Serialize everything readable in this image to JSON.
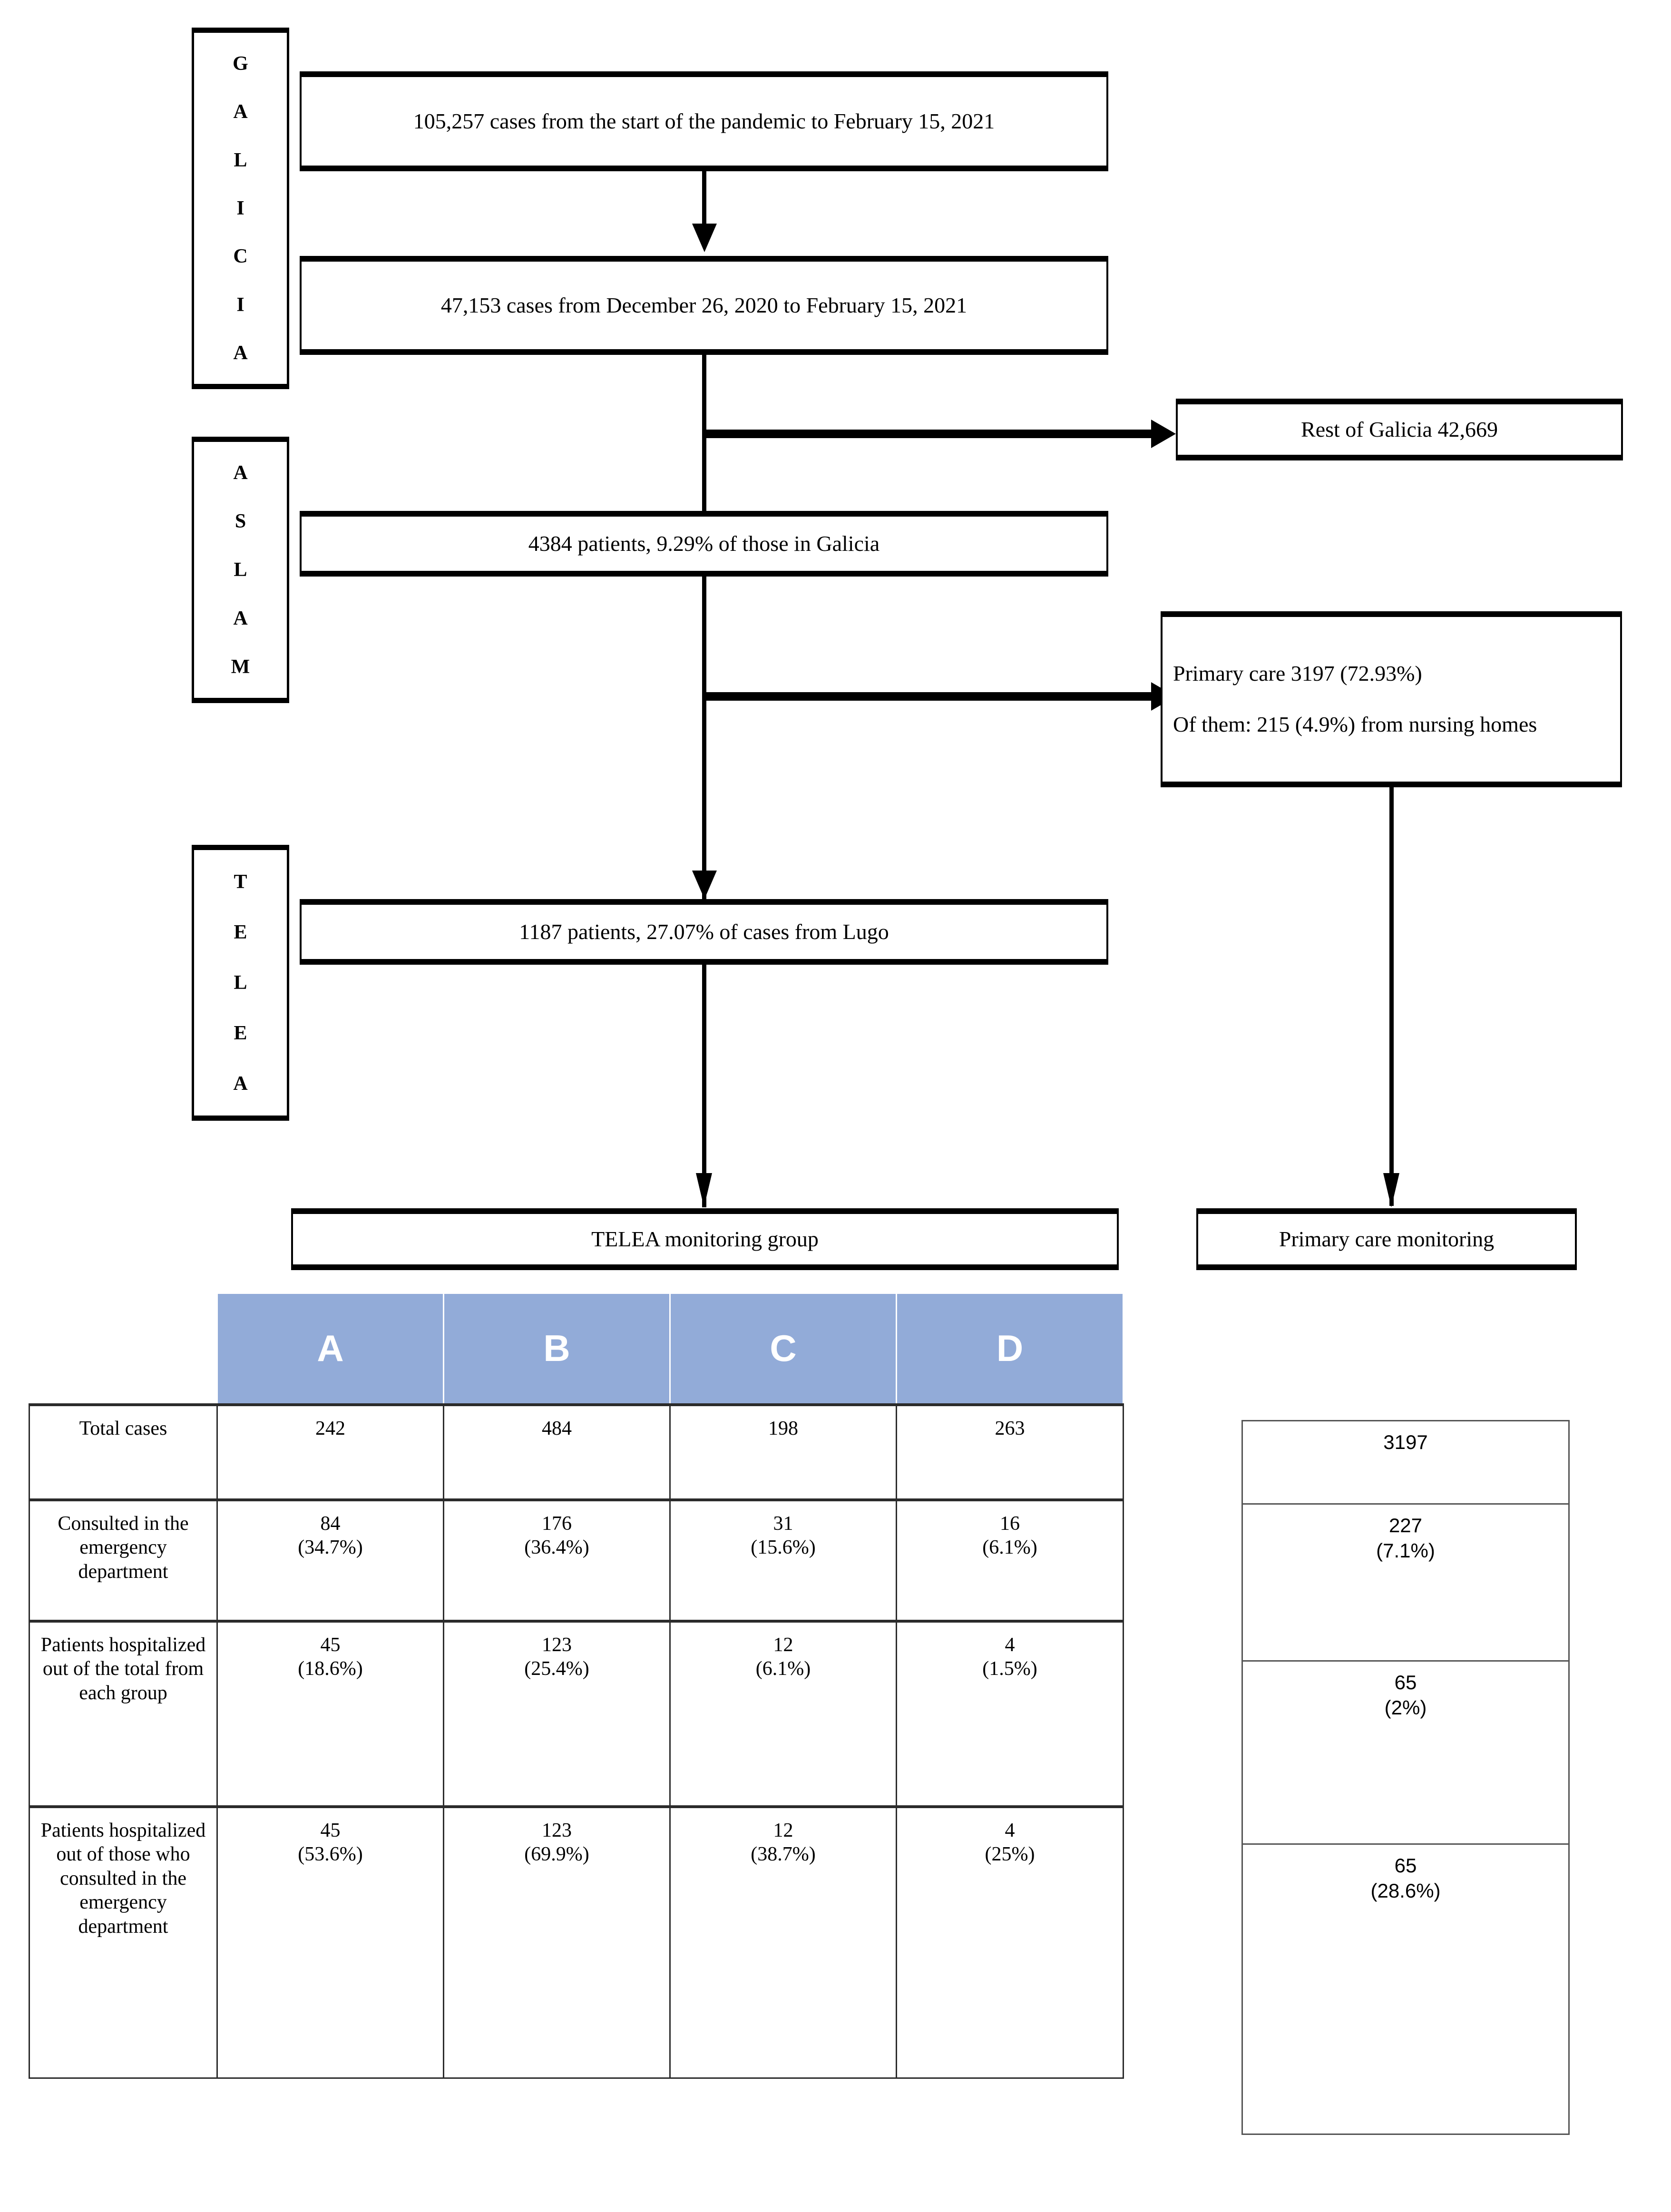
{
  "flow": {
    "stage_labels": [
      {
        "name": "galicia",
        "letters": [
          "G",
          "A",
          "L",
          "I",
          "C",
          "I",
          "A"
        ]
      },
      {
        "name": "aslam",
        "letters": [
          "A",
          "S",
          "L",
          "A",
          "M"
        ]
      },
      {
        "name": "telea",
        "letters": [
          "T",
          "E",
          "L",
          "E",
          "A"
        ]
      }
    ],
    "boxes": {
      "total_cases": "105,257 cases from the start of the pandemic to February 15, 2021",
      "wave_cases": "47,153 cases from December 26, 2020 to February 15, 2021",
      "rest_of_galicia": "Rest of Galicia 42,669",
      "aslam_patients": "4384 patients, 9.29% of those in Galicia",
      "primary_care_line1": "Primary care 3197 (72.93%)",
      "primary_care_line2": "Of them: 215 (4.9%) from nursing homes",
      "telea_patients": "1187 patients, 27.07% of cases from Lugo",
      "telea_monitoring": "TELEA  monitoring group",
      "primary_care_monitoring": "Primary care monitoring"
    }
  },
  "table": {
    "columns": [
      "A",
      "B",
      "C",
      "D"
    ],
    "header_bg": "#92abd8",
    "header_color": "#ffffff",
    "rows": [
      {
        "label": "Total cases",
        "values": [
          "242",
          "484",
          "198",
          "263"
        ]
      },
      {
        "label": "Consulted in the emergency department",
        "values": [
          "84\n(34.7%)",
          "176\n(36.4%)",
          "31\n(15.6%)",
          "16\n(6.1%)"
        ]
      },
      {
        "label": "Patients hospitalized out of the total from each group",
        "values": [
          "45\n(18.6%)",
          "123\n(25.4%)",
          "12\n(6.1%)",
          "4\n(1.5%)"
        ]
      },
      {
        "label": "Patients hospitalized out of those who consulted in the emergency department",
        "values": [
          "45\n(53.6%)",
          "123\n(69.9%)",
          "12\n(38.7%)",
          "4\n(25%)"
        ]
      }
    ]
  },
  "side_table": {
    "rows": [
      "3197",
      "227\n(7.1%)",
      "65\n(2%)",
      "65\n(28.6%)"
    ]
  }
}
